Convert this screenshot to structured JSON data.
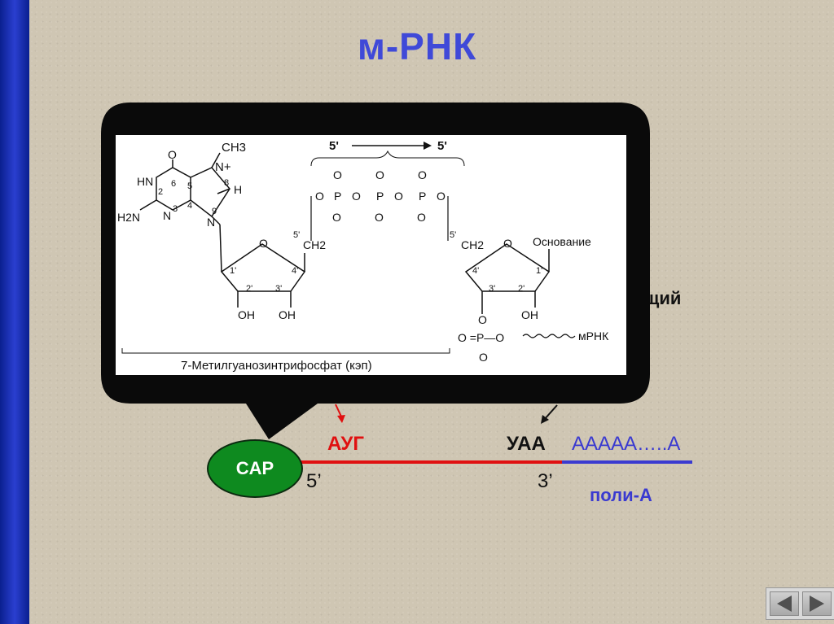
{
  "slide": {
    "title": "м-РНК"
  },
  "formula": {
    "direction_left": "5'",
    "direction_right": "5'",
    "ch3": "CH3",
    "n_plus": "N+",
    "caption": "7-Метилгуанозинтрифосфат (кэп)",
    "base_label": "Основание",
    "mrna_label": "мРНК",
    "oh": "OH"
  },
  "behind_text": {
    "fragment": "ющий"
  },
  "strand": {
    "cap_label": "CAP",
    "start_codon": "АУГ",
    "stop_codon": "УАА",
    "poly_seq": "ААААА…..А",
    "five_prime": "5’",
    "three_prime": "3’",
    "poly_label": "поли-А"
  },
  "colors": {
    "title": "#3f49d8",
    "red": "#e01010",
    "blue": "#3a3ad0",
    "cap_green": "#0e8a1f",
    "callout": "#0a0a0a",
    "left_bar": "#1a2fc0"
  },
  "nav": {
    "prev_icon": "triangle-left-icon",
    "next_icon": "triangle-right-icon"
  }
}
